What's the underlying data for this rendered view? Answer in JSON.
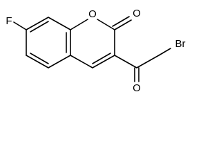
{
  "molecule": {
    "atoms": {
      "fluorine": "F",
      "ring_oxygen": "O",
      "carbonyl_oxygen_lactone": "O",
      "carbonyl_oxygen_ketone": "O",
      "bromine": "Br"
    }
  }
}
